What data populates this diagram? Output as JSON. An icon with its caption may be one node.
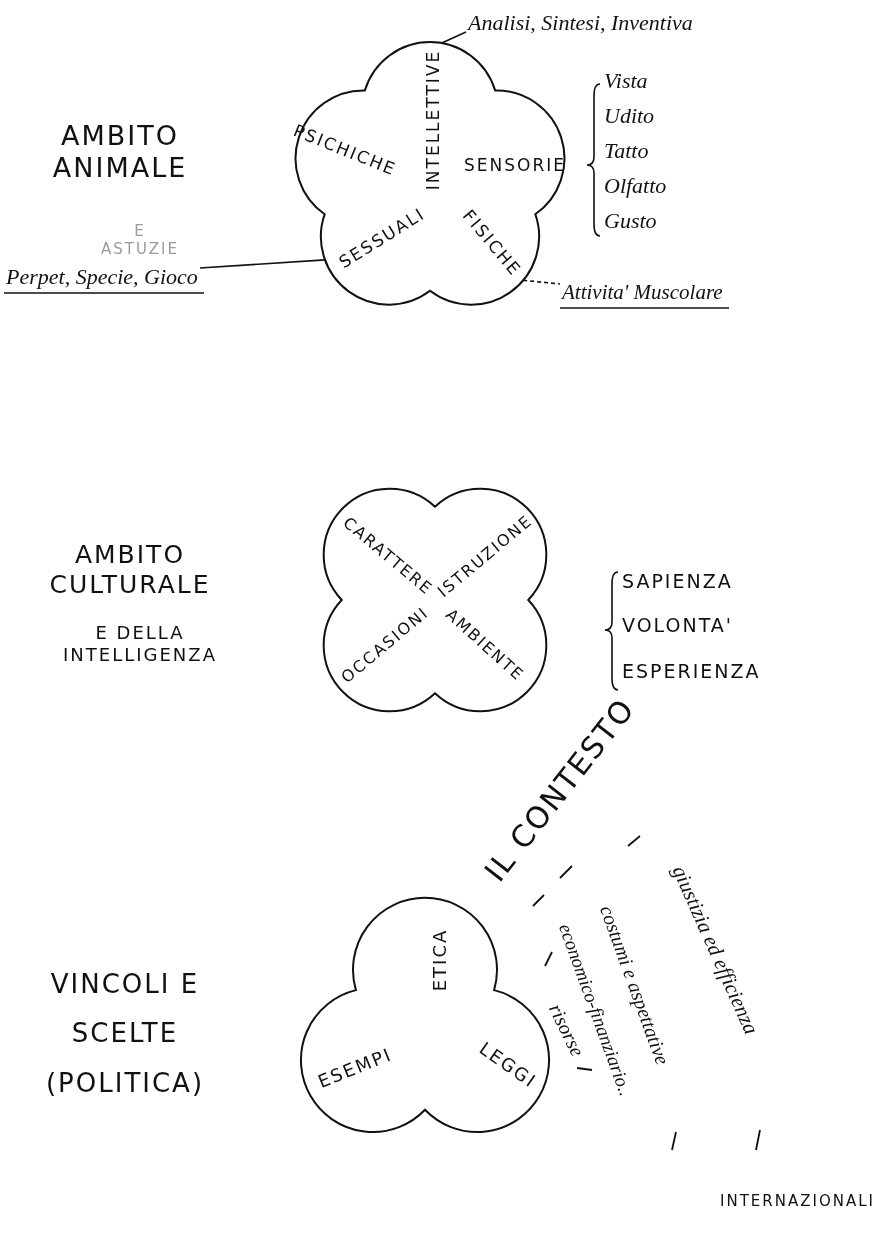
{
  "diagram": {
    "nodes": [
      {
        "text": [
          "Analisi, Sintesi, Inventiva"
        ]
      },
      {
        "text": [
          "PSICHICHE",
          "INTELLETTIVE",
          "SENSORIE",
          "SESSUALI",
          "FISICHE"
        ]
      },
      {
        "text": [
          "Perpet, Specie, Gioco"
        ]
      },
      {
        "text": [
          "Attivita' Muscolare"
        ]
      },
      {
        "text": [
          "CARATTERE",
          "ISTRUZIONE",
          "OCCASIONI",
          "AMBIENTE"
        ]
      },
      {
        "text": [
          "ETICA",
          "ESEMPI",
          "LEGGI"
        ]
      }
    ],
    "edges": [
      {
        "from": 1,
        "to": 0,
        "arrow": "none"
      },
      {
        "from": 1,
        "to": 2,
        "arrow": "none"
      },
      {
        "from": 1,
        "to": 3,
        "arrow": "none",
        "style": "dashed"
      }
    ],
    "labels": [
      "AMBITO ANIMALE",
      "E ASTUZIE",
      "Vista",
      "Udito",
      "Tatto",
      "Olfatto",
      "Gusto",
      "AMBITO CULTURALE",
      "E DELLA INTELLIGENZA",
      "SAPIENZA",
      "VOLONTA'",
      "ESPERIENZA",
      "IL CONTESTO",
      "giustizia ed efficienza",
      "costumi e aspettative",
      "economico-finanziario..",
      "risorse",
      "VINCOLI E SCELTE (POLITICA)",
      "INTERNAZIONALI"
    ]
  }
}
